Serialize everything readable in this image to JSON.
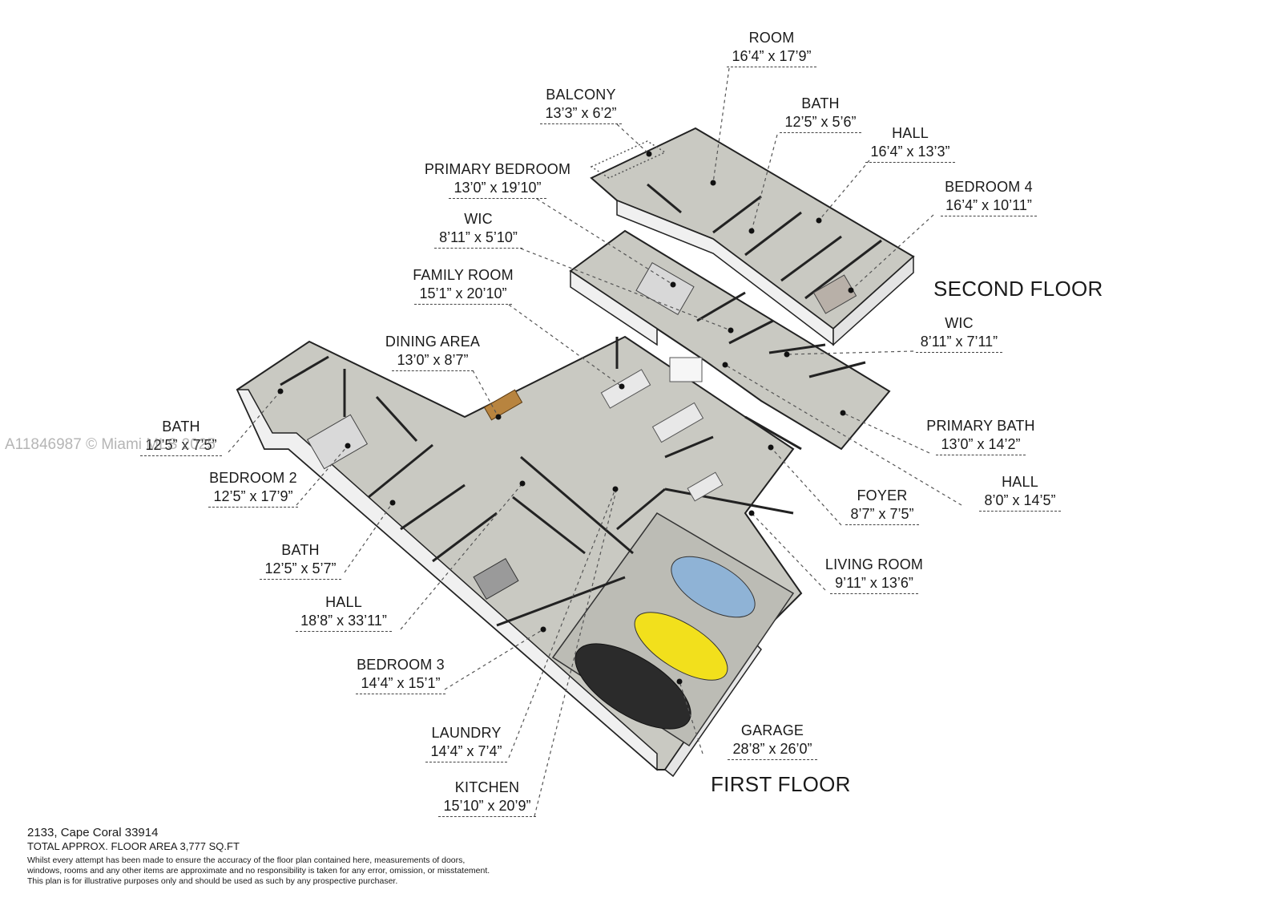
{
  "rooms": {
    "room": {
      "name": "ROOM",
      "dims": "16’4” x 17’9”"
    },
    "balcony": {
      "name": "BALCONY",
      "dims": "13’3” x 6’2”"
    },
    "bath_up": {
      "name": "BATH",
      "dims": "12’5” x 5’6”"
    },
    "hall_up": {
      "name": "HALL",
      "dims": "16’4” x 13’3”"
    },
    "primary_bed": {
      "name": "PRIMARY BEDROOM",
      "dims": "13’0” x 19’10”"
    },
    "bedroom4": {
      "name": "BEDROOM 4",
      "dims": "16’4” x 10’11”"
    },
    "wic_a": {
      "name": "WIC",
      "dims": "8’11” x 5’10”"
    },
    "family_room": {
      "name": "FAMILY ROOM",
      "dims": "15’1” x 20’10”"
    },
    "wic_b": {
      "name": "WIC",
      "dims": "8’11” x 7’11”"
    },
    "dining": {
      "name": "DINING AREA",
      "dims": "13’0” x 8’7”"
    },
    "bath_left": {
      "name": "BATH",
      "dims": "12’5” x 7’5”"
    },
    "primary_bath": {
      "name": "PRIMARY BATH",
      "dims": "13’0” x 14’2”"
    },
    "bedroom2": {
      "name": "BEDROOM 2",
      "dims": "12’5” x 17’9”"
    },
    "hall_right": {
      "name": "HALL",
      "dims": "8’0” x 14’5”"
    },
    "foyer": {
      "name": "FOYER",
      "dims": "8’7” x 7’5”"
    },
    "bath_mid": {
      "name": "BATH",
      "dims": "12’5” x 5’7”"
    },
    "living_room": {
      "name": "LIVING ROOM",
      "dims": "9’11” x 13’6”"
    },
    "hall_main": {
      "name": "HALL",
      "dims": "18’8” x 33’11”"
    },
    "bedroom3": {
      "name": "BEDROOM 3",
      "dims": "14’4” x 15’1”"
    },
    "garage": {
      "name": "GARAGE",
      "dims": "28’8” x 26’0”"
    },
    "laundry": {
      "name": "LAUNDRY",
      "dims": "14’4” x 7’4”"
    },
    "kitchen": {
      "name": "KITCHEN",
      "dims": "15’10” x 20’9”"
    }
  },
  "floors": {
    "second": "SECOND FLOOR",
    "first": "FIRST FLOOR"
  },
  "footer": {
    "address": "2133, Cape Coral 33914",
    "area": "TOTAL APPROX. FLOOR AREA 3,777 SQ.FT",
    "disclaimer1": "Whilst every attempt has been made to ensure the accuracy of the floor plan contained here, measurements of doors,",
    "disclaimer2": "windows, rooms and any other items are approximate and no responsibility is taken for any error, omission, or misstatement.",
    "disclaimer3": "This plan is for illustrative purposes only and should be used as such by any prospective purchaser."
  },
  "watermark": "A11846987 © Miami MLS 2025",
  "colors": {
    "floor": "#c9c9c2",
    "wall": "#f2f2f2",
    "wall_edge": "#1c1c1c",
    "car_blue": "#8fb3d6",
    "car_yellow": "#f2e01c",
    "car_black": "#2b2b2b"
  }
}
